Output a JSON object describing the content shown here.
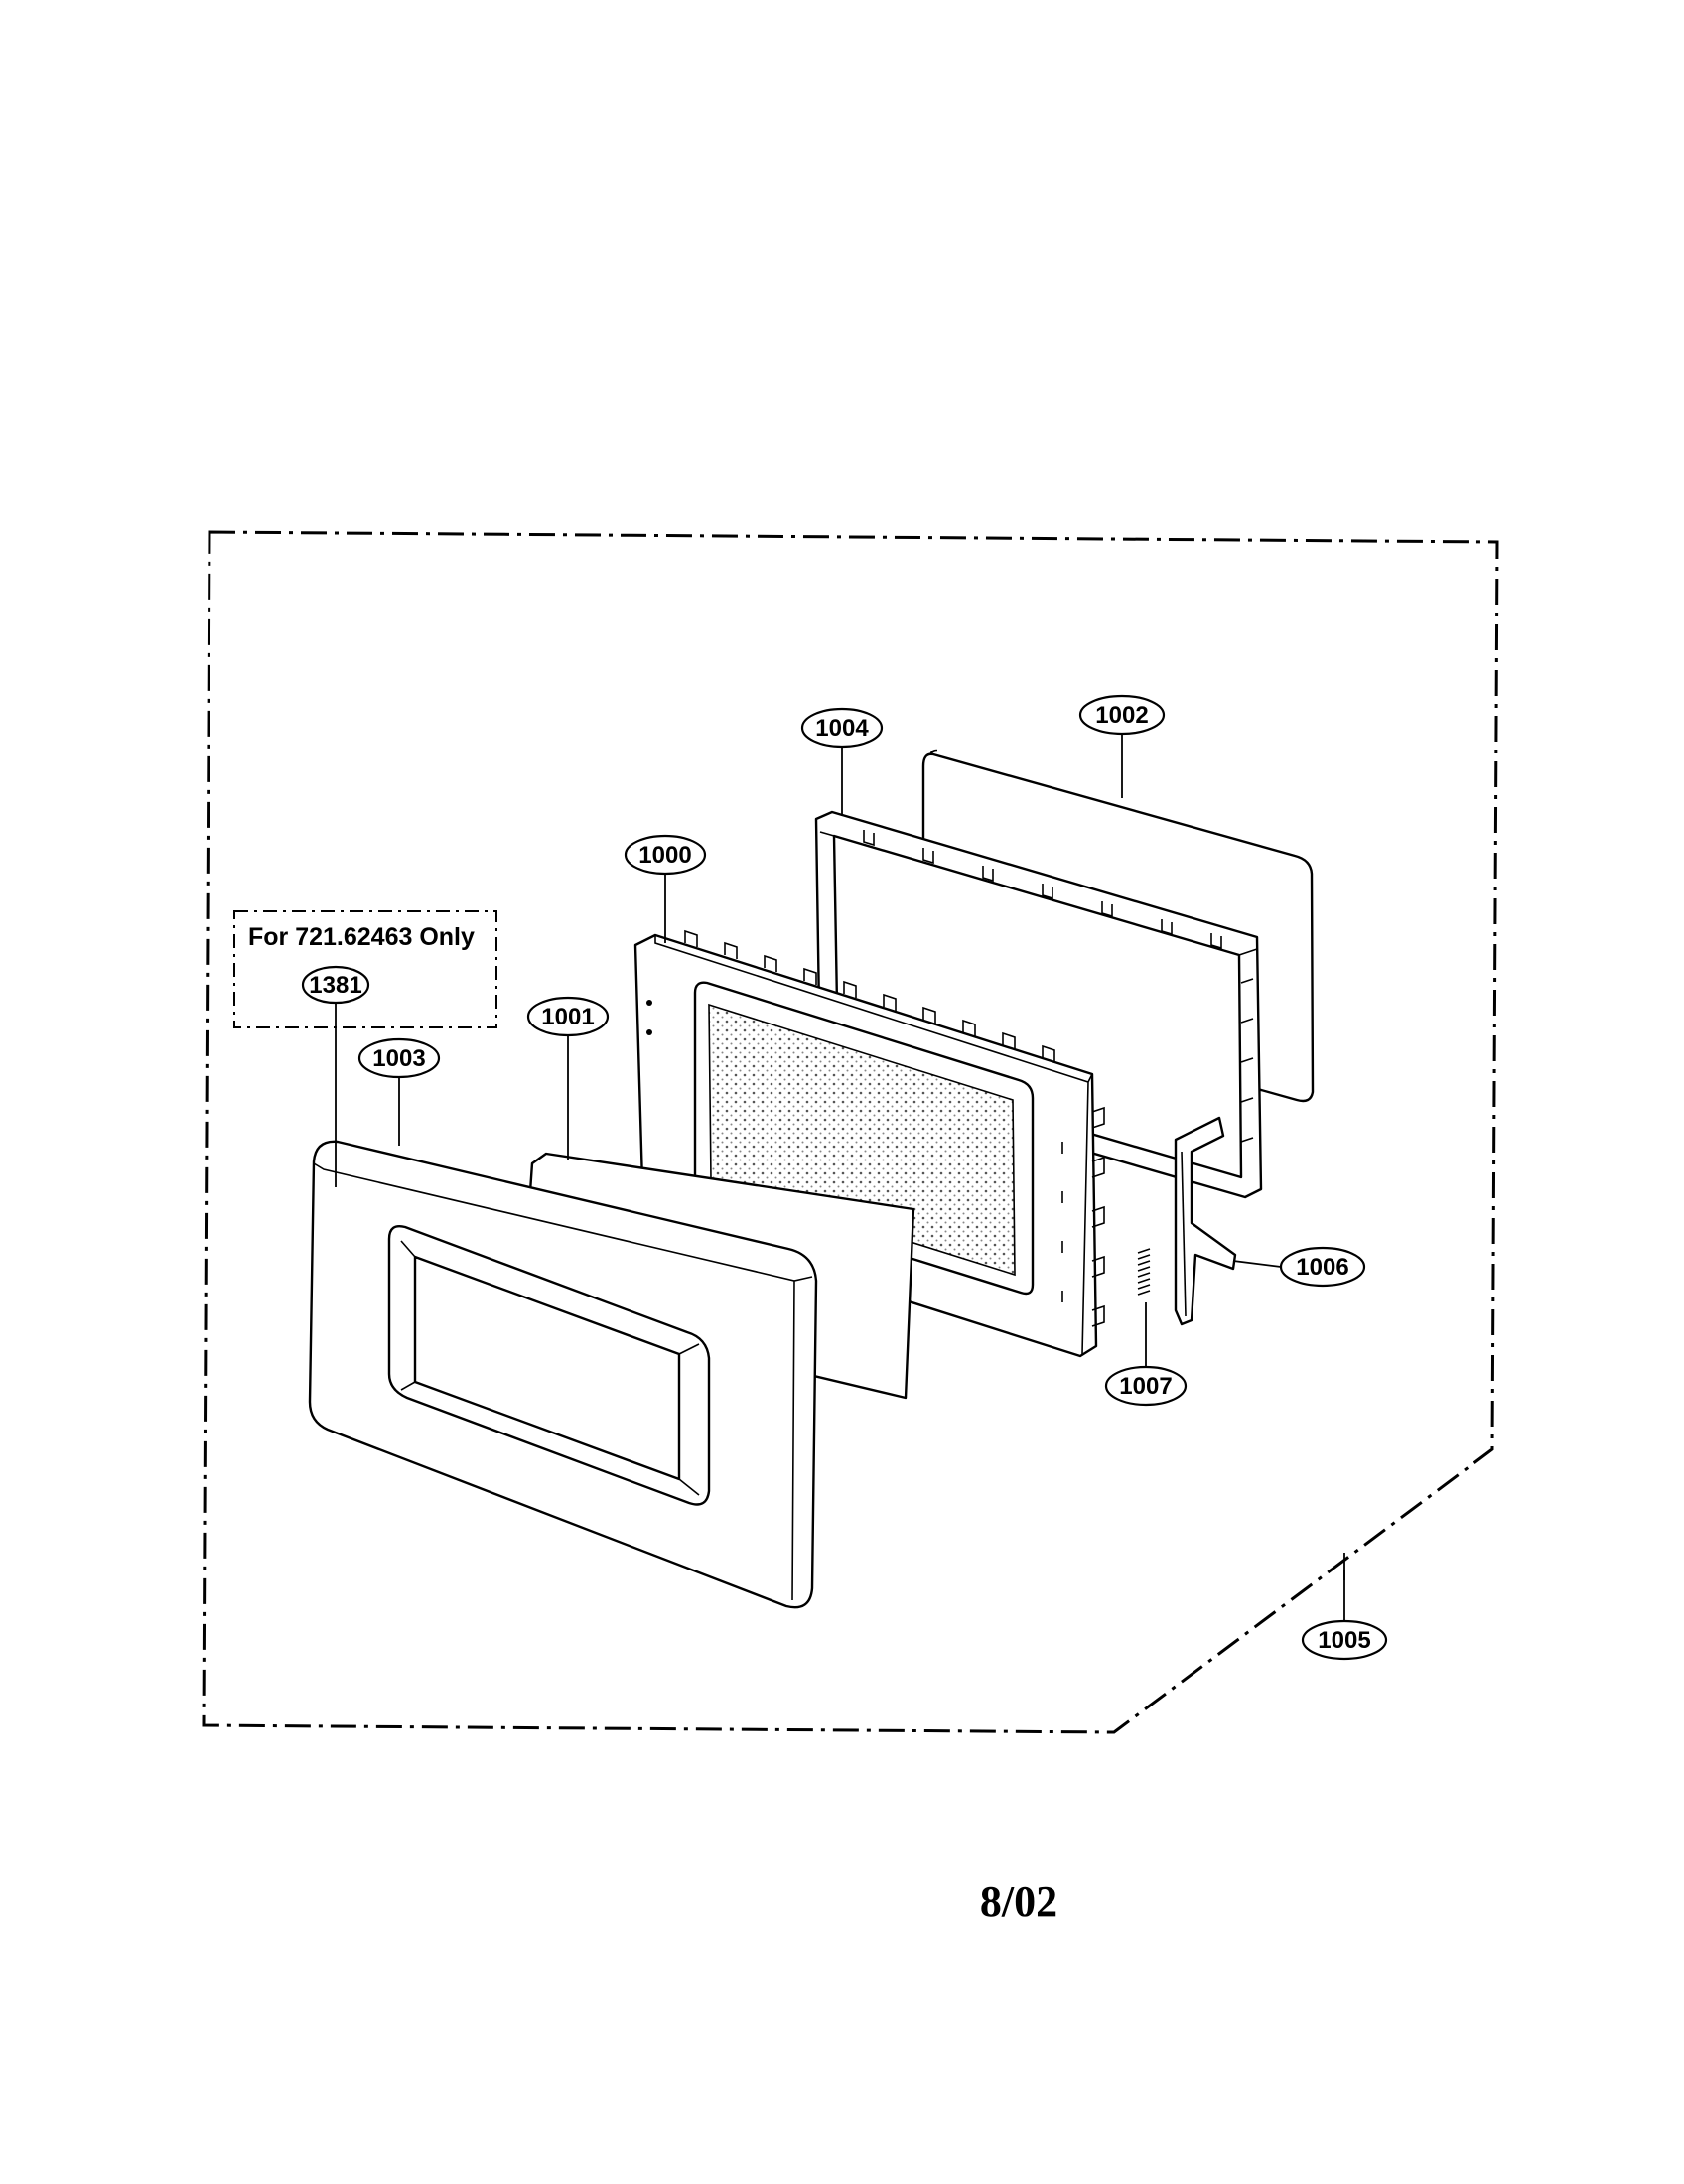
{
  "note": {
    "text": "For 721.62463 Only"
  },
  "callouts": {
    "c1381": "1381",
    "c1003": "1003",
    "c1001": "1001",
    "c1000": "1000",
    "c1004": "1004",
    "c1002": "1002",
    "c1006": "1006",
    "c1007": "1007",
    "c1005": "1005"
  },
  "footer": {
    "date": "8/02"
  }
}
